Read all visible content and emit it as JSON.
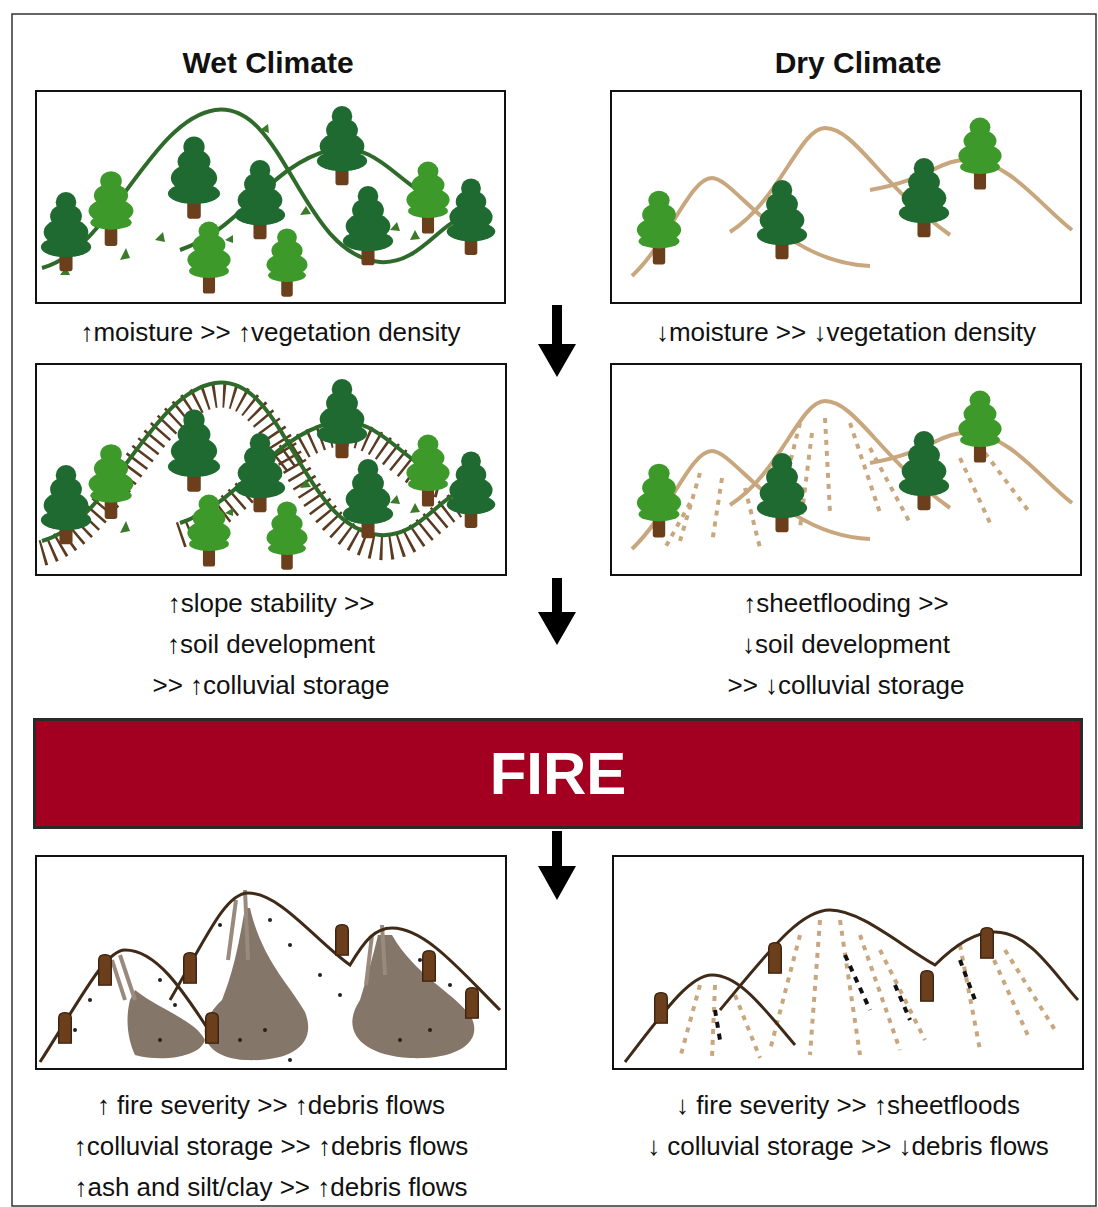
{
  "diagram": {
    "nodes": [
      {
        "text": [
          "↑moisture >> ↑vegetation density"
        ]
      },
      {
        "text": [
          "↓moisture >> ↓vegetation density"
        ]
      },
      {
        "text": [
          "↑slope stability >> ↑soil development >> ↑colluvial storage"
        ]
      },
      {
        "text": [
          "↑sheetflooding >> ↓soil development >> ↓colluvial storage"
        ]
      },
      {
        "text": [
          "FIRE"
        ]
      },
      {
        "text": [
          "↑ fire severity >> ↑debris flows",
          "↑colluvial storage >> ↑debris flows",
          "↑ash and silt/clay >> ↑debris flows"
        ]
      },
      {
        "text": [
          "↓ fire severity >> ↑sheetfloods",
          "↓ colluvial storage >> ↓debris flows"
        ]
      }
    ],
    "labels": [
      "Wet Climate",
      "Dry Climate"
    ]
  }
}
